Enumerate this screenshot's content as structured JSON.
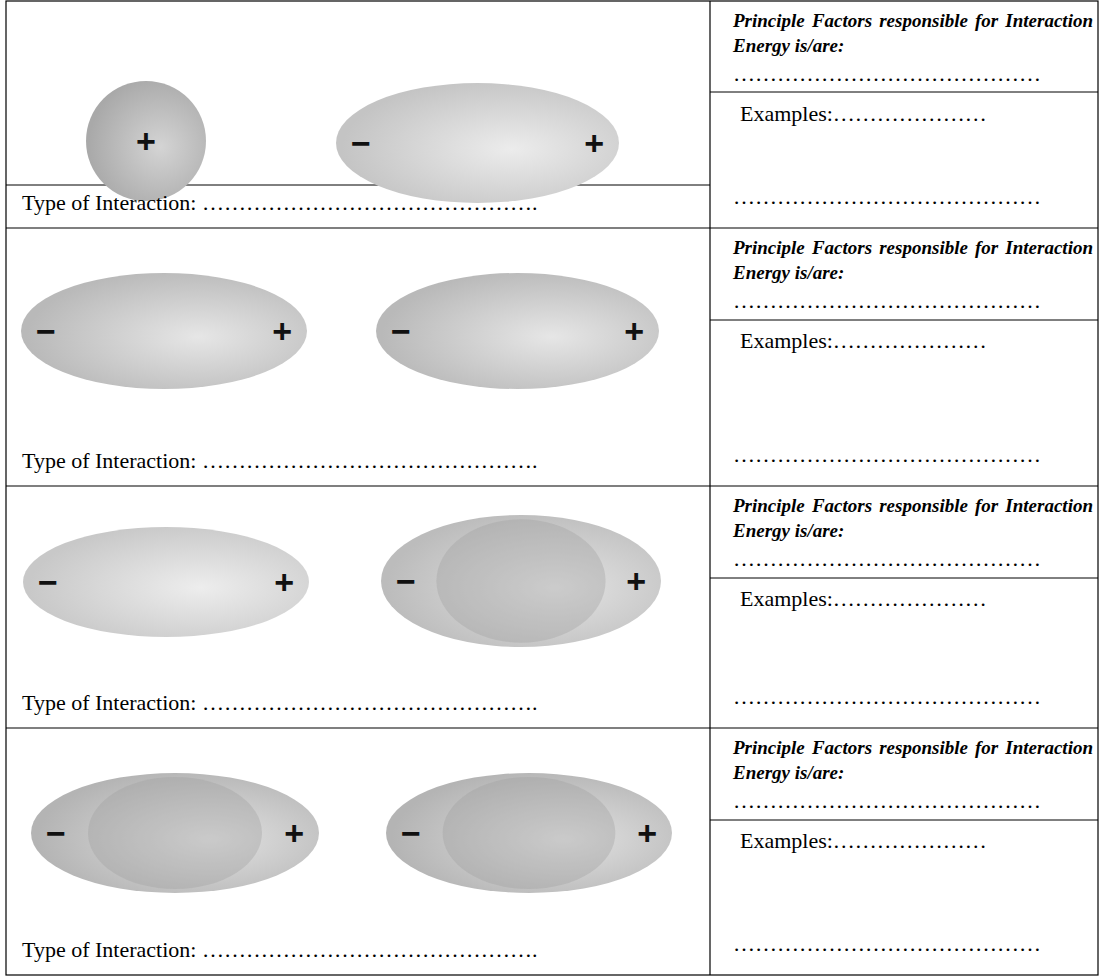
{
  "diagram": {
    "nodes": [
      {
        "text": [
          "+"
        ]
      },
      {
        "text": [
          "−",
          "+"
        ]
      },
      {
        "text": [
          "−",
          "+"
        ]
      },
      {
        "text": [
          "−",
          "+"
        ]
      },
      {
        "text": [
          "−",
          "+"
        ]
      },
      {
        "text": [
          "−",
          "+"
        ]
      },
      {
        "text": [
          "−",
          "+"
        ]
      },
      {
        "text": [
          "−",
          "+"
        ]
      }
    ],
    "labels": [
      "Principle Factors responsible for Interaction Energy is/are:",
      "……………………………………",
      "Examples:…………………",
      "……………………………………",
      "Type of Interaction: ……………………………………….",
      "Principle Factors responsible for Interaction Energy is/are:",
      "……………………………………",
      "Examples:…………………",
      "……………………………………",
      "Type of Interaction: ……………………………………….",
      "Principle Factors responsible for Interaction Energy is/are:",
      "……………………………………",
      "Examples:…………………",
      "……………………………………",
      "Type of Interaction: ……………………………………….",
      "Principle Factors responsible for Interaction Energy is/are:",
      "……………………………………",
      "Examples:…………………",
      "……………………………………",
      "Type of Interaction: ………………………………………."
    ]
  }
}
